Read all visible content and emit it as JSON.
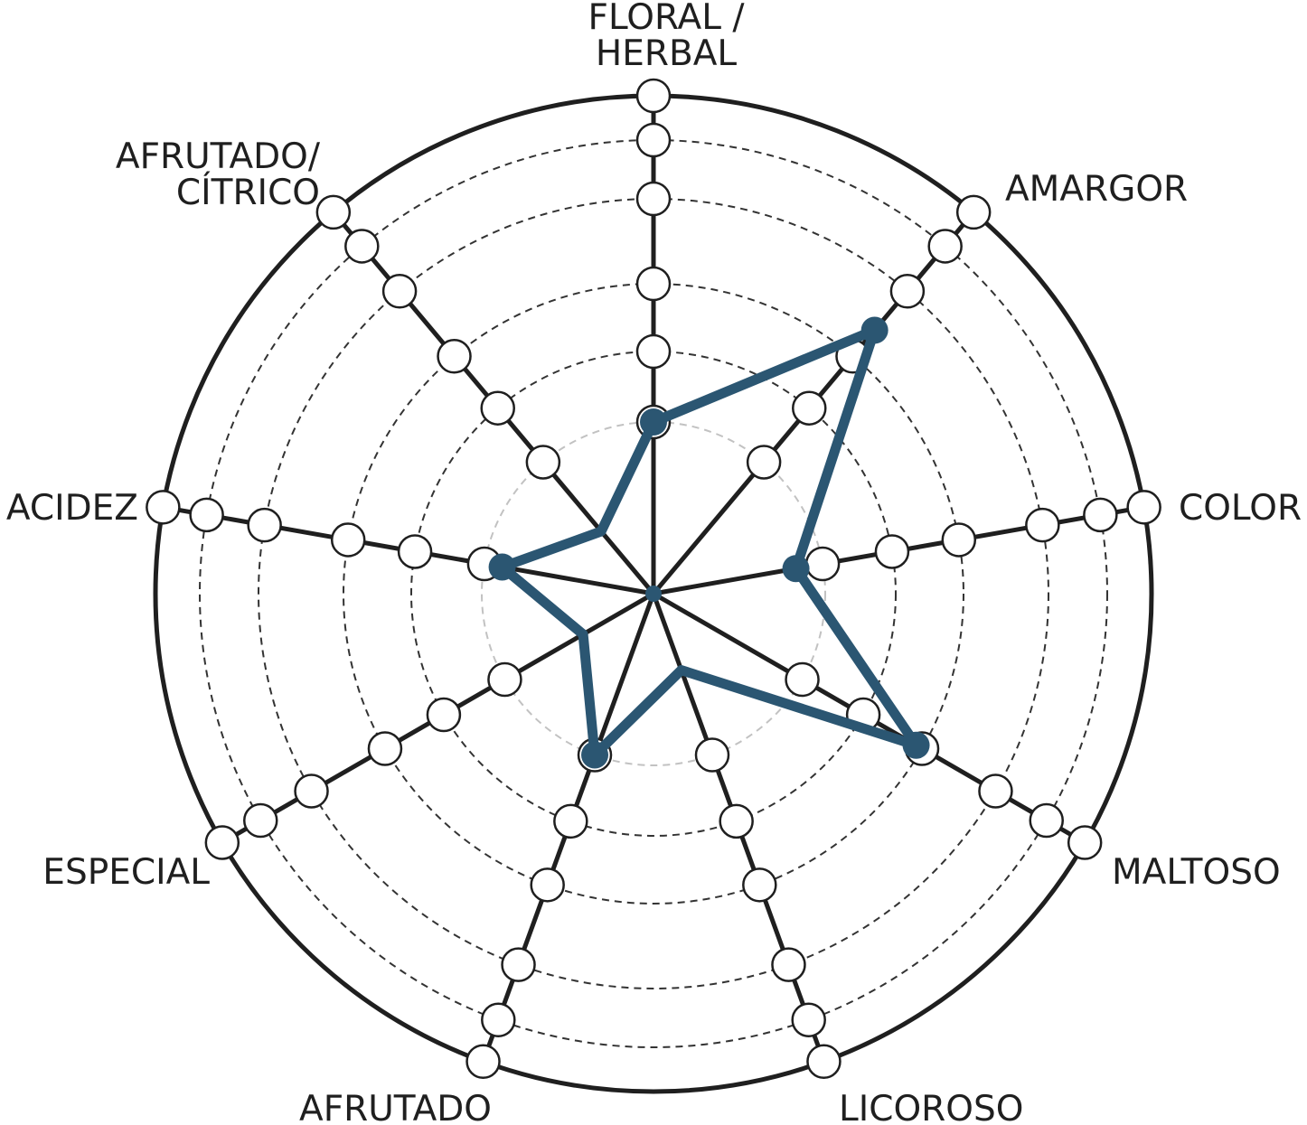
{
  "chart_data": {
    "type": "radar",
    "title": "",
    "axes": [
      {
        "label_lines": [
          "FLORAL /",
          "HERBAL"
        ]
      },
      {
        "label_lines": [
          "AMARGOR"
        ]
      },
      {
        "label_lines": [
          "COLOR"
        ]
      },
      {
        "label_lines": [
          "MALTOSO"
        ]
      },
      {
        "label_lines": [
          "LICOROSO"
        ]
      },
      {
        "label_lines": [
          "AFRUTADO"
        ]
      },
      {
        "label_lines": [
          "ESPECIAL"
        ]
      },
      {
        "label_lines": [
          "ACIDEZ"
        ]
      },
      {
        "label_lines": [
          "AFRUTADO/",
          "CÍTRICO"
        ]
      }
    ],
    "scale": {
      "min": 0,
      "max": 6,
      "levels": [
        1,
        2,
        3,
        4,
        5,
        6
      ]
    },
    "series": [
      {
        "values": [
          1.0,
          3.4,
          0.7,
          2.9,
          0,
          1.0,
          0,
          0.8,
          0
        ]
      }
    ],
    "grid": true,
    "colors": {
      "series": "#2b5672",
      "axis": "#1f1f1f",
      "inner_ring": "#c2c2c2",
      "outer_rings": "#333333",
      "marker_fill": "#ffffff"
    }
  }
}
